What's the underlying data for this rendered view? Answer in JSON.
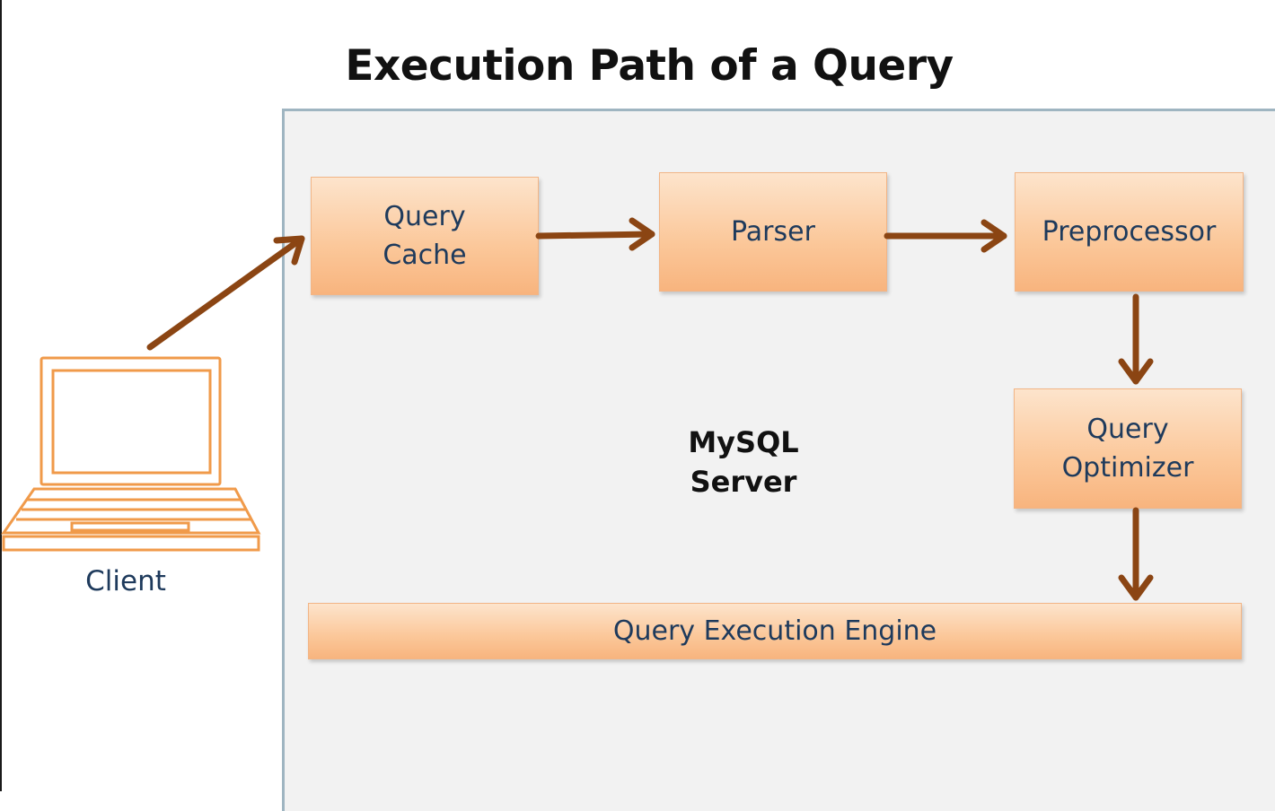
{
  "title": "Execution Path of a Query",
  "client": {
    "label": "Client",
    "icon": "laptop-icon"
  },
  "server": {
    "label": "MySQL\nServer"
  },
  "components": {
    "query_cache": "Query\nCache",
    "parser": "Parser",
    "preprocessor": "Preprocessor",
    "query_optimizer": "Query\nOptimizer",
    "execution_engine": "Query Execution Engine"
  },
  "colors": {
    "box_fill_top": "#fde4cc",
    "box_fill_bottom": "#f8b47e",
    "arrow": "#8b4513",
    "laptop": "#f09a4a",
    "panel_border": "#9fb5c1",
    "text": "#1e3a5c"
  }
}
